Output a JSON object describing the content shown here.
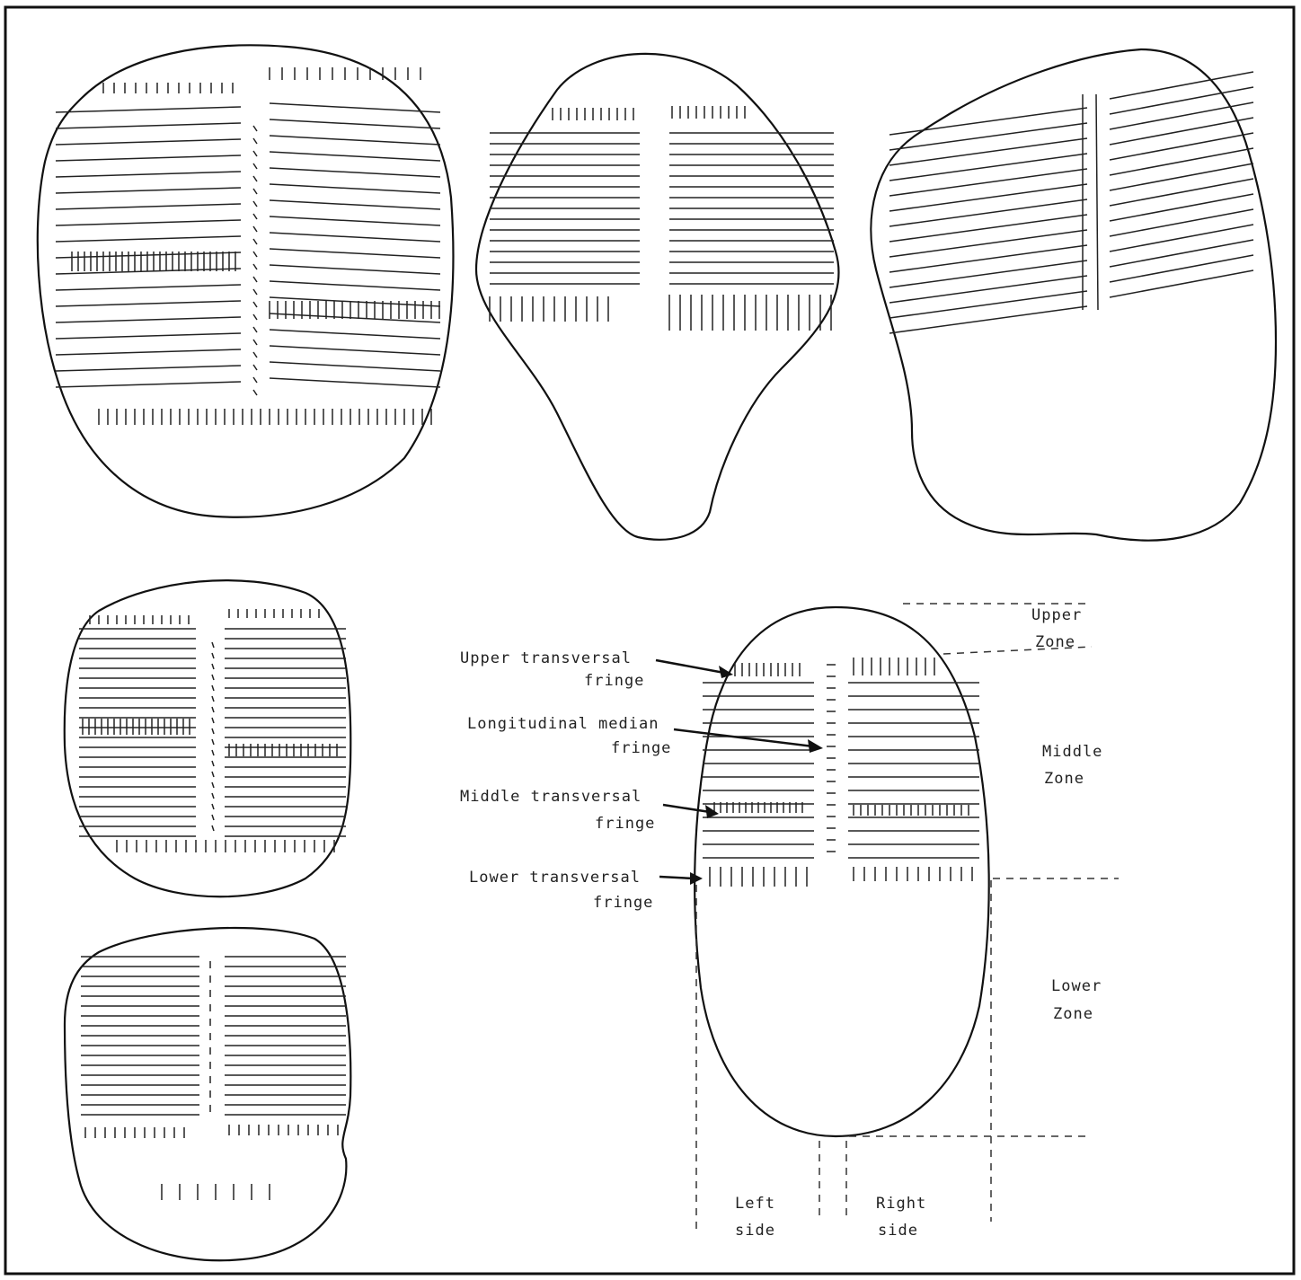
{
  "labels": {
    "upper_transversal_1": "Upper transversal",
    "upper_transversal_2": "fringe",
    "longitudinal_median_1": "Longitudinal median",
    "longitudinal_median_2": "fringe",
    "middle_transversal_1": "Middle transversal",
    "middle_transversal_2": "fringe",
    "lower_transversal_1": "Lower transversal",
    "lower_transversal_2": "fringe",
    "upper_zone_1": "Upper",
    "upper_zone_2": "Zone",
    "middle_zone_1": "Middle",
    "middle_zone_2": "Zone",
    "lower_zone_1": "Lower",
    "lower_zone_2": "Zone",
    "left_side_1": "Left",
    "left_side_2": "side",
    "right_side_1": "Right",
    "right_side_2": "side"
  },
  "colors": {
    "ink": "#111111",
    "paper": "#ffffff"
  }
}
